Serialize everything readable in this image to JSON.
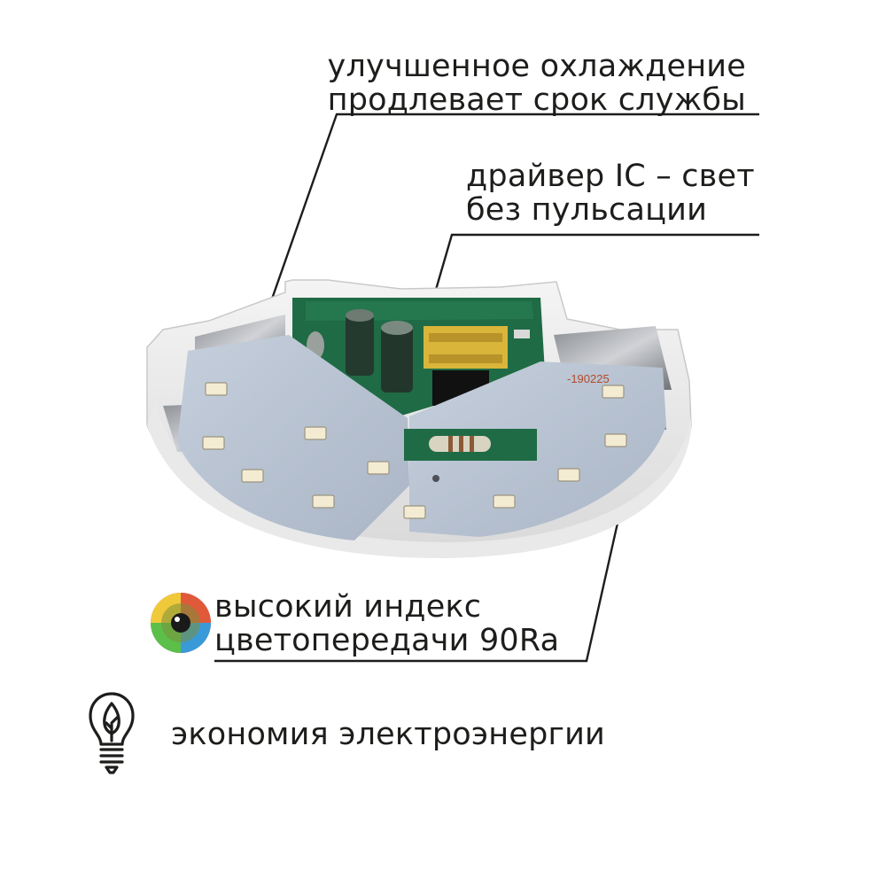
{
  "callouts": {
    "cooling": {
      "line1": "улучшенное охлаждение",
      "line2": "продлевает срок службы"
    },
    "driver": {
      "line1": "драйвер IC – свет",
      "line2": "без пульсации"
    },
    "cri": {
      "line1": "высокий индекс",
      "line2": "цветопередачи 90Ra"
    },
    "energy": {
      "line1": "экономия электроэнергии"
    }
  },
  "pcb": {
    "marking": "-190225"
  },
  "icons": {
    "cri": "rainbow-eye-icon",
    "energy": "leaf-bulb-icon"
  },
  "colors": {
    "text": "#1d1d1b",
    "board": "#b9c4d4",
    "pcb_green": "#1f6b45",
    "led": "#f3ecd2"
  }
}
